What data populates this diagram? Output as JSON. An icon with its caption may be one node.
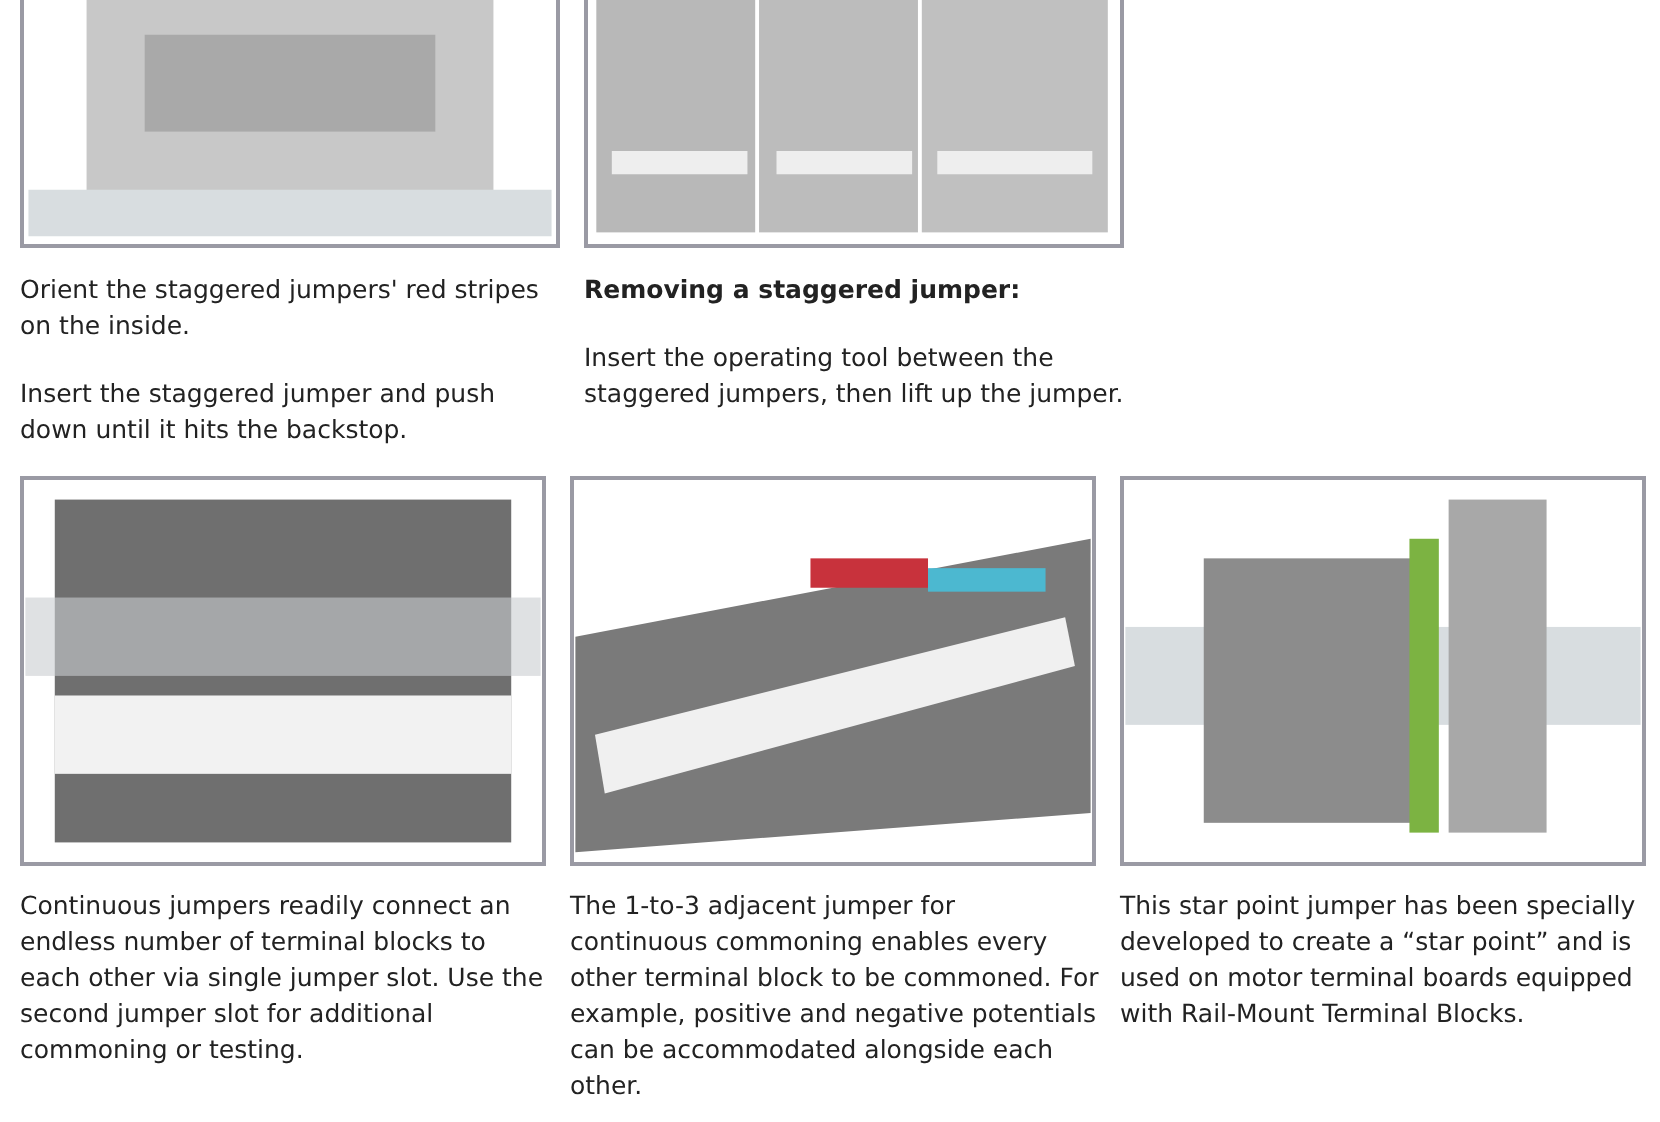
{
  "diagram": {
    "labels": [
      "Orient the staggered jumpers' red stripes on the inside.",
      "Insert the staggered jumper and push down until it hits the backstop.",
      "Removing a staggered jumper:",
      "Insert the operating tool between the staggered jumpers, then lift up the jumper.",
      "Continuous jumpers readily connect an endless number of terminal blocks to each other via single jumper slot. Use the second jumper slot for additional commoning or testing.",
      "The 1-to-3 adjacent jumper for continuous commoning enables every other terminal block to be commoned. For example, positive and negative potentials can be accommodated alongside each other.",
      "This star point jumper has been specially developed to create a “star point” and is used on motor terminal boards equipped with Rail-Mount Terminal Blocks."
    ]
  }
}
